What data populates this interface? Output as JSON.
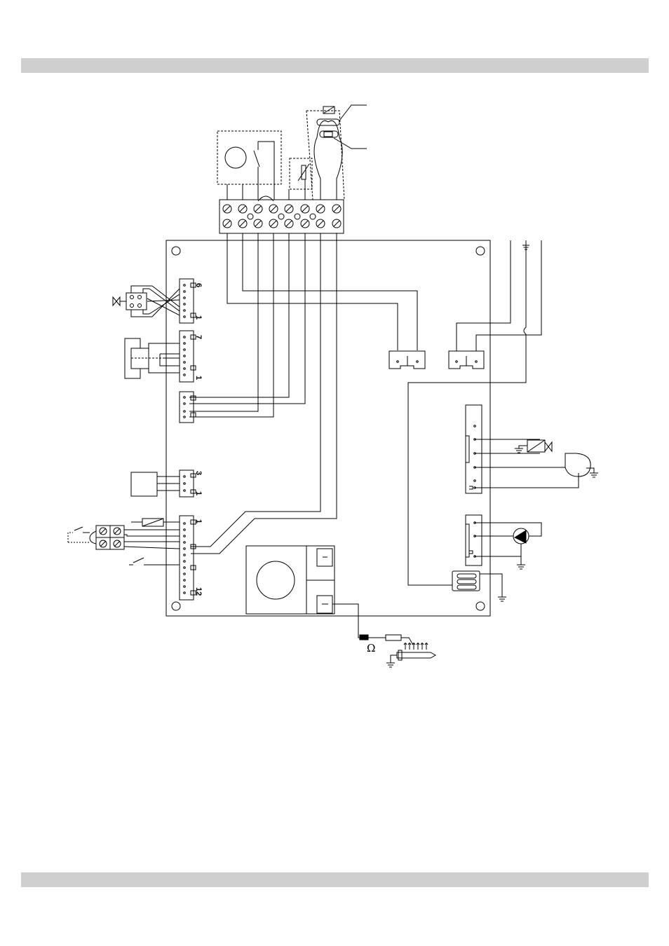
{
  "connector_labels": {
    "valve_first": "6",
    "valve_last": "1",
    "ignition_first": "7",
    "ignition_last": "1",
    "sensor_first": "3",
    "sensor_last": "1",
    "terminal_first": "1",
    "terminal_last": "12"
  },
  "igniter": {
    "resistance_symbol": "Ω"
  },
  "colors": {
    "band": "#cfcfcf",
    "line": "#000000"
  }
}
